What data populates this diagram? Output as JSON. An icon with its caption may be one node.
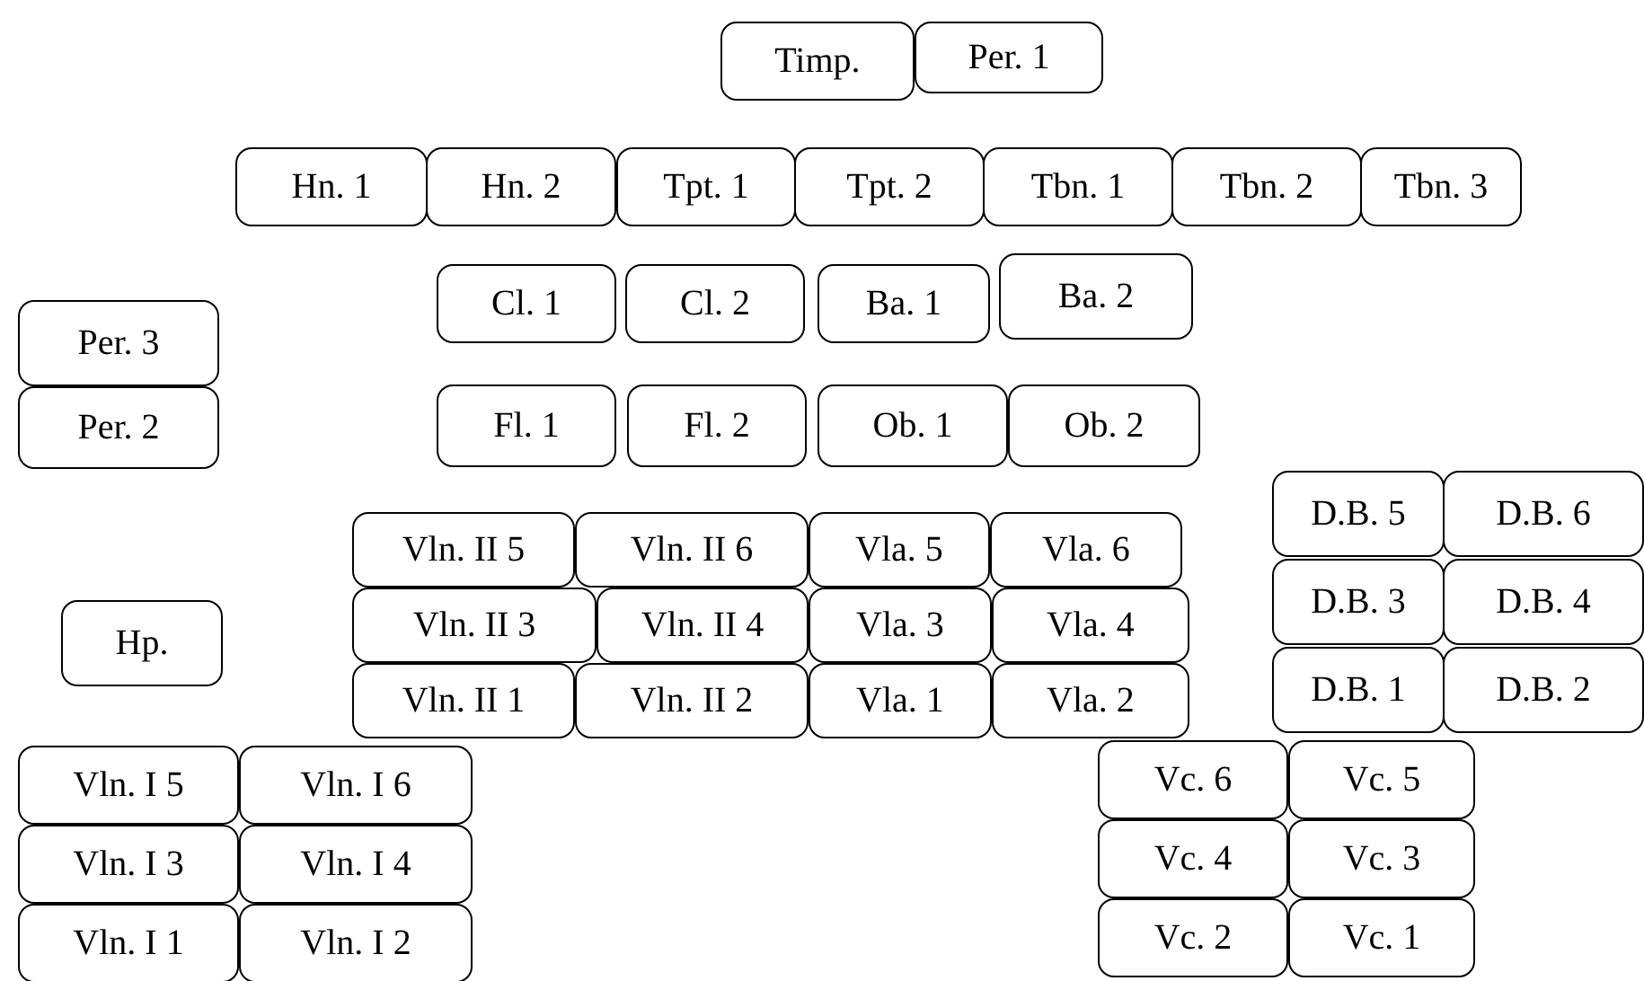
{
  "diagram": {
    "nodes": [
      {
        "text": [
          "Timp."
        ]
      },
      {
        "text": [
          "Per. 1"
        ]
      },
      {
        "text": [
          "Hn. 1"
        ]
      },
      {
        "text": [
          "Hn. 2"
        ]
      },
      {
        "text": [
          "Tpt. 1"
        ]
      },
      {
        "text": [
          "Tpt. 2"
        ]
      },
      {
        "text": [
          "Tbn. 1"
        ]
      },
      {
        "text": [
          "Tbn. 2"
        ]
      },
      {
        "text": [
          "Tbn. 3"
        ]
      },
      {
        "text": [
          "Cl. 1"
        ]
      },
      {
        "text": [
          "Cl. 2"
        ]
      },
      {
        "text": [
          "Ba. 1"
        ]
      },
      {
        "text": [
          "Ba. 2"
        ]
      },
      {
        "text": [
          "Per. 3"
        ]
      },
      {
        "text": [
          "Per. 2"
        ]
      },
      {
        "text": [
          "Fl. 1"
        ]
      },
      {
        "text": [
          "Fl. 2"
        ]
      },
      {
        "text": [
          "Ob. 1"
        ]
      },
      {
        "text": [
          "Ob. 2"
        ]
      },
      {
        "text": [
          "D.B. 5"
        ]
      },
      {
        "text": [
          "D.B. 6"
        ]
      },
      {
        "text": [
          "Vln. II 5"
        ]
      },
      {
        "text": [
          "Vln. II 6"
        ]
      },
      {
        "text": [
          "Vla. 5"
        ]
      },
      {
        "text": [
          "Vla. 6"
        ]
      },
      {
        "text": [
          "D.B. 3"
        ]
      },
      {
        "text": [
          "D.B. 4"
        ]
      },
      {
        "text": [
          "Hp."
        ]
      },
      {
        "text": [
          "Vln. II 3"
        ]
      },
      {
        "text": [
          "Vln. II 4"
        ]
      },
      {
        "text": [
          "Vla. 3"
        ]
      },
      {
        "text": [
          "Vla. 4"
        ]
      },
      {
        "text": [
          "D.B. 1"
        ]
      },
      {
        "text": [
          "D.B. 2"
        ]
      },
      {
        "text": [
          "Vln. II 1"
        ]
      },
      {
        "text": [
          "Vln. II 2"
        ]
      },
      {
        "text": [
          "Vla. 1"
        ]
      },
      {
        "text": [
          "Vla. 2"
        ]
      },
      {
        "text": [
          "Vln. I 5"
        ]
      },
      {
        "text": [
          "Vln. I 6"
        ]
      },
      {
        "text": [
          "Vc. 6"
        ]
      },
      {
        "text": [
          "Vc. 5"
        ]
      },
      {
        "text": [
          "Vln. I 3"
        ]
      },
      {
        "text": [
          "Vln. I 4"
        ]
      },
      {
        "text": [
          "Vc. 4"
        ]
      },
      {
        "text": [
          "Vc. 3"
        ]
      },
      {
        "text": [
          "Vln. I 1"
        ]
      },
      {
        "text": [
          "Vln. I 2"
        ]
      },
      {
        "text": [
          "Vc. 2"
        ]
      },
      {
        "text": [
          "Vc. 1"
        ]
      }
    ]
  }
}
